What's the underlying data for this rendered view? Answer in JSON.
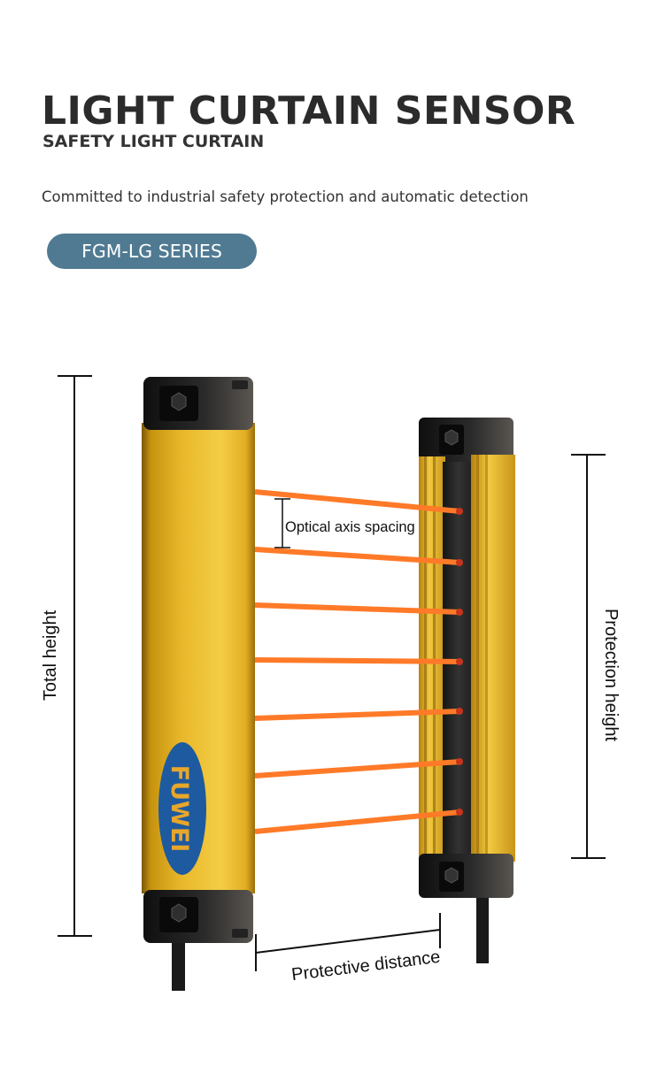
{
  "header": {
    "title": "LIGHT CURTAIN SENSOR",
    "subtitle": "SAFETY LIGHT CURTAIN",
    "tagline": "Committed to industrial safety protection and automatic detection",
    "series_badge": "FGM-LG SERIES"
  },
  "diagram": {
    "label_total_height": "Total height",
    "label_protection_height": "Protection height",
    "label_axis_spacing": "Optical axis spacing",
    "label_protective_distance": "Protective distance",
    "brand": "FUWEI",
    "beam_count": 7,
    "colors": {
      "beam": "#ff7a28",
      "housing_gold": "#e7b82a",
      "end_cap": "#1e1e1e",
      "badge": "#4f7a92",
      "logo_oval": "#1e5aa0",
      "logo_text": "#e8a62a"
    }
  }
}
